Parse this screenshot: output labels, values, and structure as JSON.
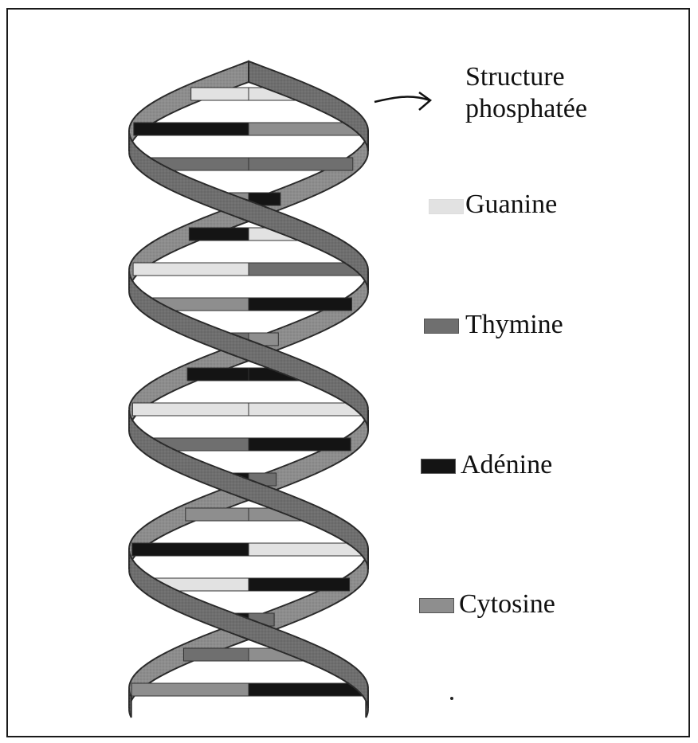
{
  "legend": {
    "phosphate": {
      "label_line1": "Structure",
      "label_line2": "phosphatée"
    },
    "items": [
      {
        "label": "Guanine",
        "color": "#e2e2e2"
      },
      {
        "label": "Thymine",
        "color": "#6f6f6f"
      },
      {
        "label": "Adénine",
        "color": "#141414"
      },
      {
        "label": "Cytosine",
        "color": "#8e8e8e"
      }
    ]
  },
  "colors": {
    "backbone_front": "#6e6e6e",
    "backbone_back": "#8d8d8d",
    "backbone_edge": "#2a2a2a",
    "frame": "#1a1a1a"
  }
}
